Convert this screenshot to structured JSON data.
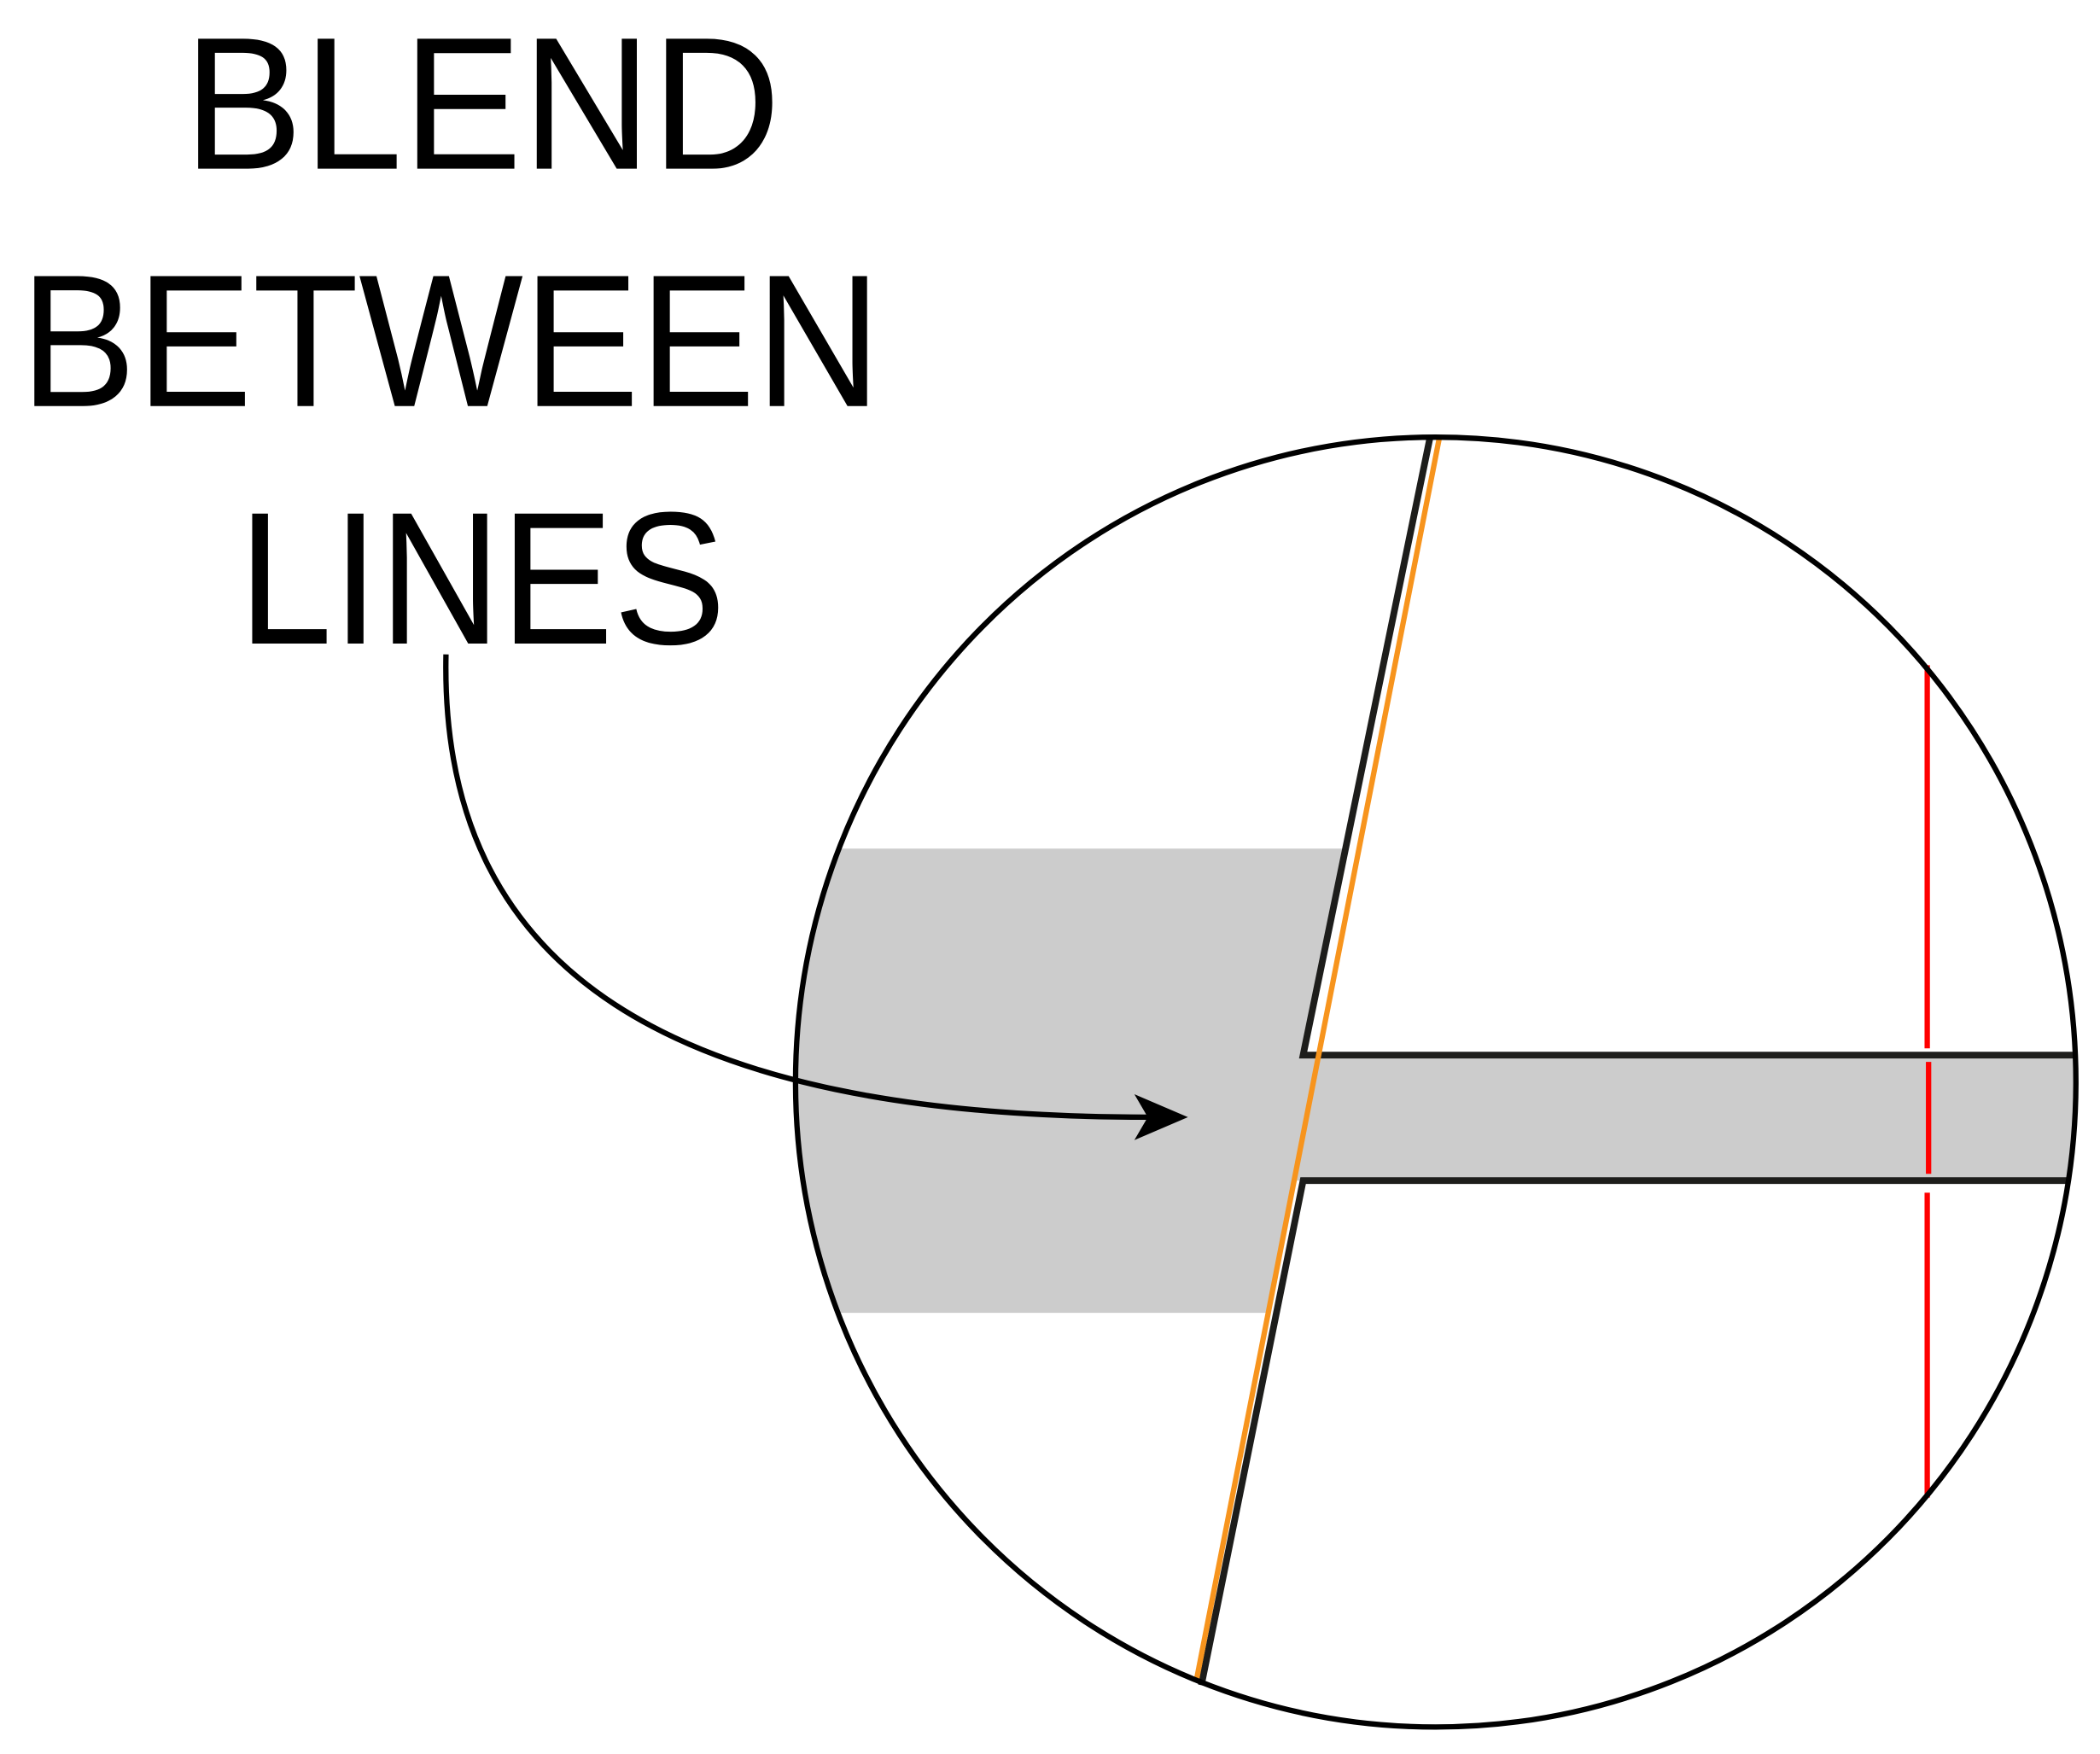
{
  "title_lines": [
    "BLEND",
    "BETWEEN",
    "LINES"
  ],
  "colors": {
    "outline": "#000000",
    "band_fill": "#cccccc",
    "shape_stroke": "#1d1d1b",
    "orange_line": "#f7941d",
    "red_line": "#ff0000"
  },
  "icons": [
    "arrow-icon"
  ]
}
